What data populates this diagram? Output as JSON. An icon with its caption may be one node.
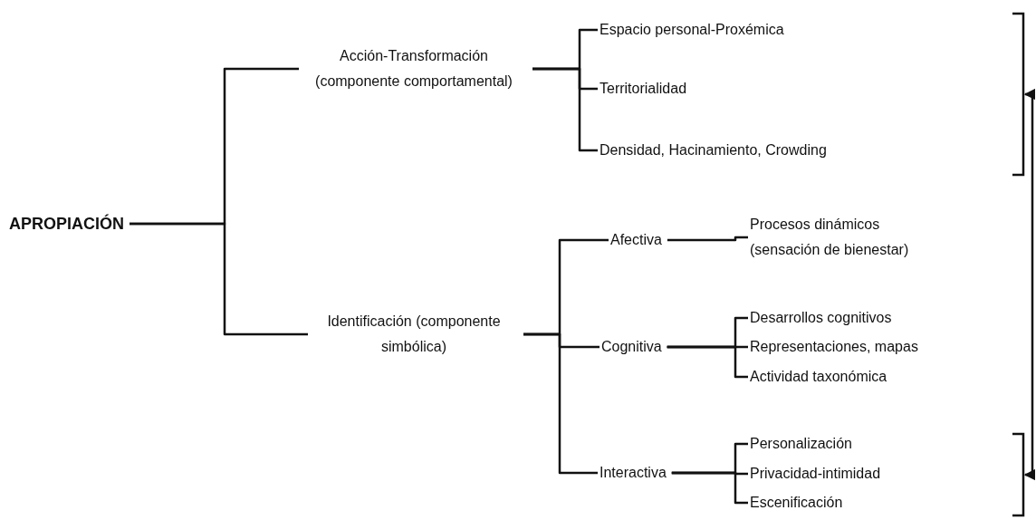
{
  "diagram": {
    "nodes": [
      {
        "text": [
          "APROPIACIÓN"
        ]
      },
      {
        "text": [
          "Acción-Transformación (componente comportamental)"
        ]
      },
      {
        "text": [
          "Identificación (componente simbólica)"
        ]
      },
      {
        "text": [],
        "shape": "bracket"
      },
      {
        "text": [
          "Espacio personal-Proxémica"
        ],
        "in": 3
      },
      {
        "text": [
          "Territorialidad"
        ],
        "in": 3
      },
      {
        "text": [
          "Densidad, Hacinamiento, Crowding"
        ],
        "in": 3
      },
      {
        "text": [
          "Afectiva"
        ]
      },
      {
        "text": [
          "Procesos dinámicos (sensación de bienestar)"
        ]
      },
      {
        "text": [
          "Cognitiva"
        ]
      },
      {
        "text": [
          "Desarrollos cognitivos"
        ]
      },
      {
        "text": [
          "Representaciones, mapas"
        ]
      },
      {
        "text": [
          "Actividad taxonómica"
        ]
      },
      {
        "text": [
          "Interactiva"
        ]
      },
      {
        "text": [],
        "shape": "bracket"
      },
      {
        "text": [
          "Personalización"
        ],
        "in": 14
      },
      {
        "text": [
          "Privacidad-intimidad"
        ],
        "in": 14
      },
      {
        "text": [
          "Escenificación"
        ],
        "in": 14
      }
    ],
    "edges": [
      {
        "from": 0,
        "to": 1,
        "arrow": "none"
      },
      {
        "from": 0,
        "to": 2,
        "arrow": "none"
      },
      {
        "from": 1,
        "to": 4,
        "arrow": "none"
      },
      {
        "from": 1,
        "to": 5,
        "arrow": "none"
      },
      {
        "from": 1,
        "to": 6,
        "arrow": "none"
      },
      {
        "from": 2,
        "to": 7,
        "arrow": "none"
      },
      {
        "from": 2,
        "to": 9,
        "arrow": "none"
      },
      {
        "from": 2,
        "to": 13,
        "arrow": "none"
      },
      {
        "from": 7,
        "to": 8,
        "arrow": "none"
      },
      {
        "from": 9,
        "to": 10,
        "arrow": "none"
      },
      {
        "from": 9,
        "to": 11,
        "arrow": "none"
      },
      {
        "from": 9,
        "to": 12,
        "arrow": "none"
      },
      {
        "from": 13,
        "to": 15,
        "arrow": "none"
      },
      {
        "from": 13,
        "to": 16,
        "arrow": "none"
      },
      {
        "from": 13,
        "to": 17,
        "arrow": "none"
      },
      {
        "from": 3,
        "to": 14,
        "arrow": "both"
      }
    ]
  }
}
